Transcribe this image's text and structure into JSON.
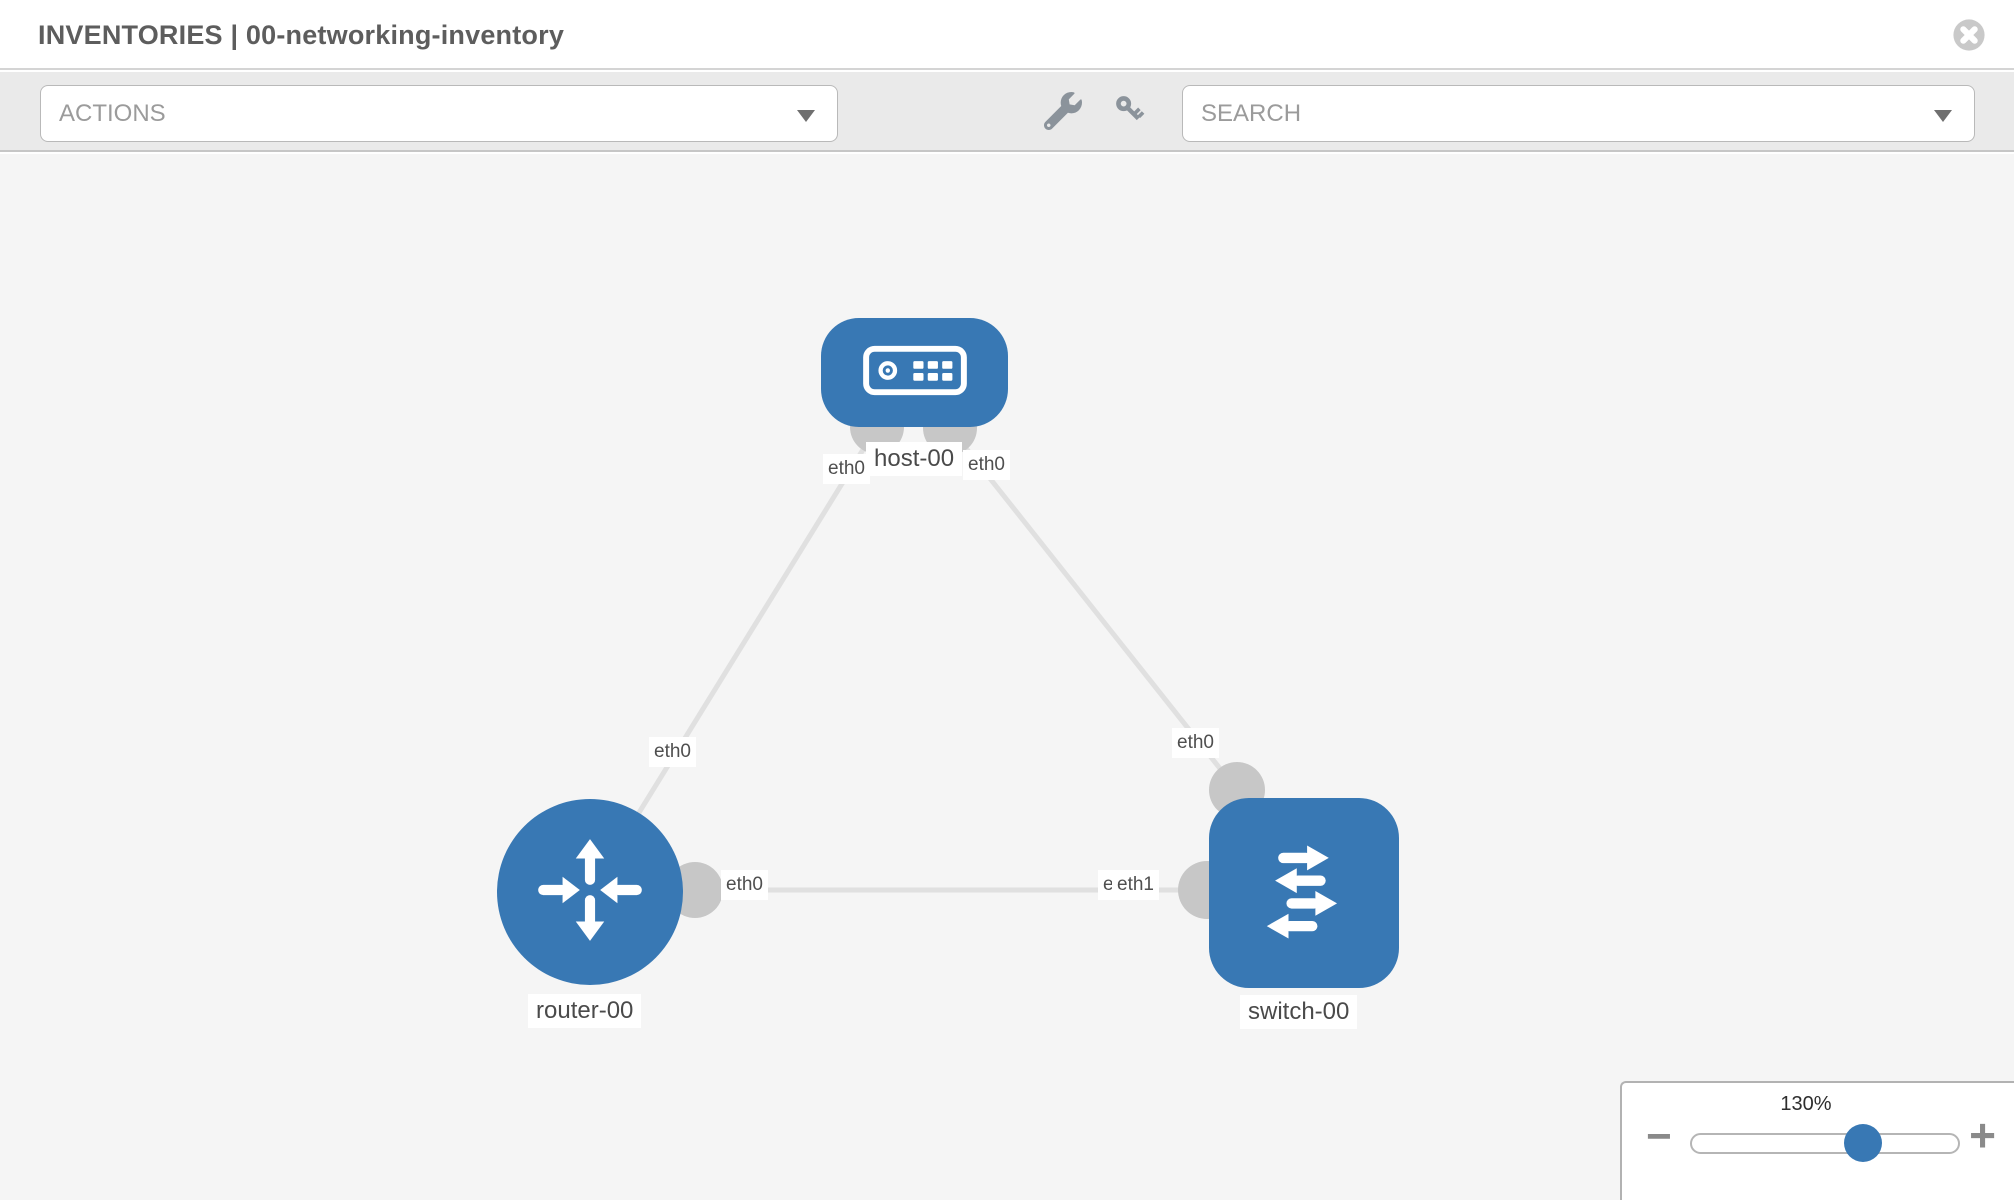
{
  "header": {
    "title": "INVENTORIES | 00-networking-inventory"
  },
  "toolbar": {
    "actions_label": "ACTIONS",
    "search_label": "SEARCH",
    "icons": [
      "wrench-icon",
      "key-icon"
    ]
  },
  "topology": {
    "nodes": [
      {
        "label": "host-00",
        "type": "host"
      },
      {
        "label": "router-00",
        "type": "router"
      },
      {
        "label": "switch-00",
        "type": "switch"
      }
    ],
    "links": [
      {
        "from": "host-00",
        "from_interface": "eth0",
        "to": "router-00",
        "to_interface": "eth0"
      },
      {
        "from": "host-00",
        "from_interface": "eth0",
        "to": "switch-00",
        "to_interface": "eth0"
      },
      {
        "from": "router-00",
        "from_interface": "eth0",
        "to": "switch-00",
        "to_interface": "eth1"
      }
    ],
    "if_labels": {
      "host_left": "eth0",
      "host_right": "eth0",
      "router_top": "eth0",
      "router_right": "eth0",
      "switch_top": "eth0",
      "switch_left_back": "eth0",
      "switch_left_front": "eth1"
    }
  },
  "zoom_control": {
    "value": "130%",
    "minus_label": "−",
    "plus_label": "+"
  },
  "colors": {
    "node_blue": "#3878b4",
    "link_gray": "#e0e0e0",
    "port_gray": "#c7c7c7",
    "icon_gray": "#8b939b",
    "toolbar_bg": "#eaeaea",
    "canvas_bg": "#f5f5f5"
  }
}
